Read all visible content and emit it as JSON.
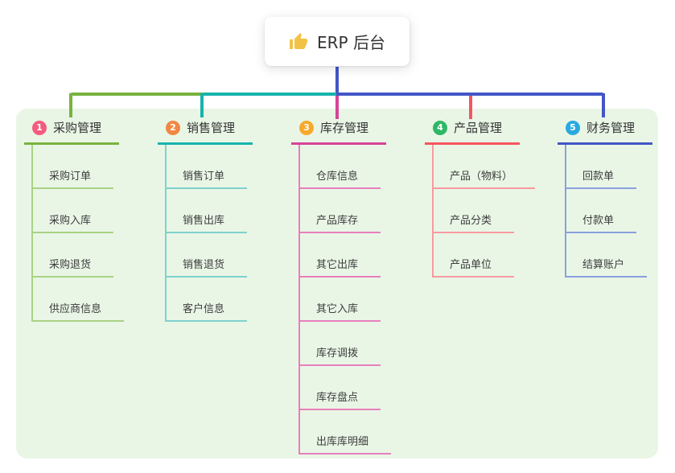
{
  "canvas": {
    "panel_bg": "#e9f6e6"
  },
  "root": {
    "label": "ERP 后台",
    "icon": "thumbs-up-icon",
    "icon_color": "#f2c245",
    "connector_color": "#4356c6"
  },
  "branches": [
    {
      "num": "1",
      "label": "采购管理",
      "badge_color": "#f35b7f",
      "line_color": "#79b33f",
      "child_line_color": "#a9d284",
      "children": [
        "采购订单",
        "采购入库",
        "采购退货",
        "供应商信息"
      ]
    },
    {
      "num": "2",
      "label": "销售管理",
      "badge_color": "#f18843",
      "line_color": "#17b3ad",
      "child_line_color": "#7ed1cd",
      "children": [
        "销售订单",
        "销售出库",
        "销售退货",
        "客户信息"
      ]
    },
    {
      "num": "3",
      "label": "库存管理",
      "badge_color": "#f8a92b",
      "line_color": "#d74397",
      "child_line_color": "#e87fbd",
      "children": [
        "仓库信息",
        "产品库存",
        "其它出库",
        "其它入库",
        "库存调拨",
        "库存盘点",
        "出库库明细"
      ]
    },
    {
      "num": "4",
      "label": "产品管理",
      "badge_color": "#2eb866",
      "line_color": "#f5555f",
      "child_line_color": "#f89aa0",
      "children": [
        "产品（物料）",
        "产品分类",
        "产品单位"
      ]
    },
    {
      "num": "5",
      "label": "财务管理",
      "badge_color": "#2aa9e0",
      "line_color": "#4356c6",
      "child_line_color": "#8ba0dd",
      "children": [
        "回款单",
        "付款单",
        "结算账户"
      ]
    }
  ]
}
